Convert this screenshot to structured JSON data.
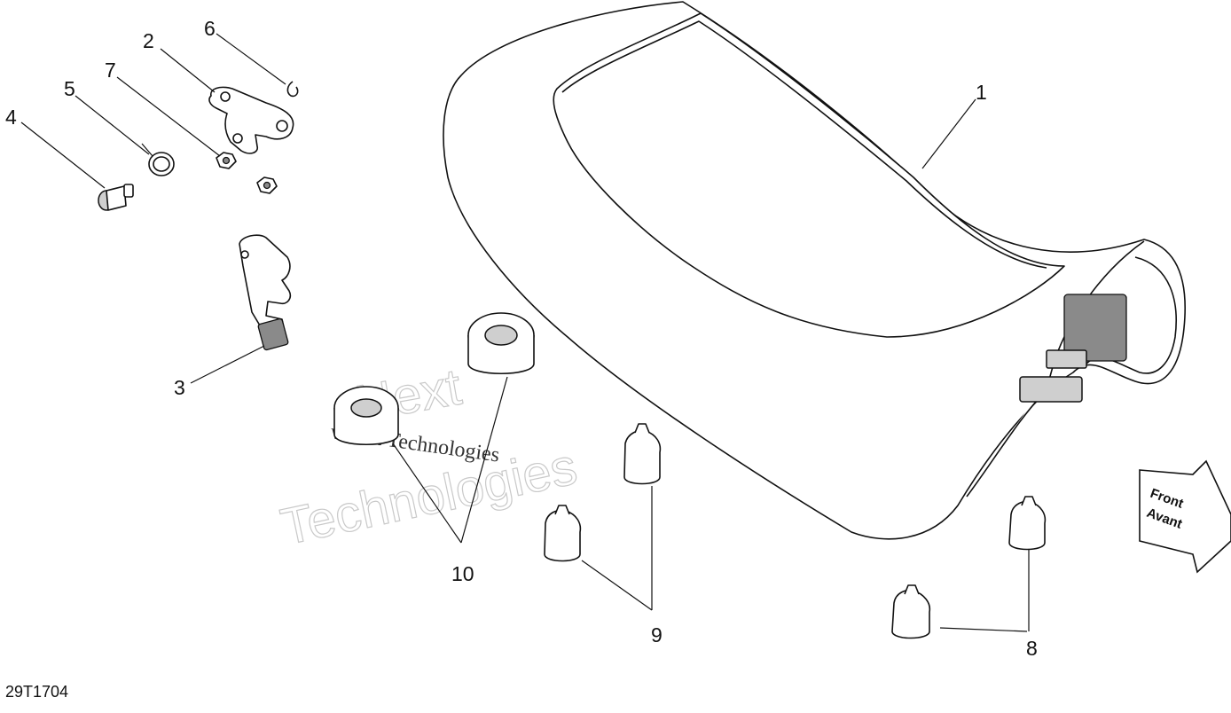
{
  "document_code": "29T1704",
  "callouts": [
    "1",
    "2",
    "3",
    "4",
    "5",
    "6",
    "7",
    "8",
    "9",
    "10"
  ],
  "direction_arrow": {
    "line1": "Front",
    "line2": "Avant"
  },
  "watermark": {
    "line_a": "Next",
    "line_b": "Technologies",
    "line_c": "vNext Technologies"
  }
}
